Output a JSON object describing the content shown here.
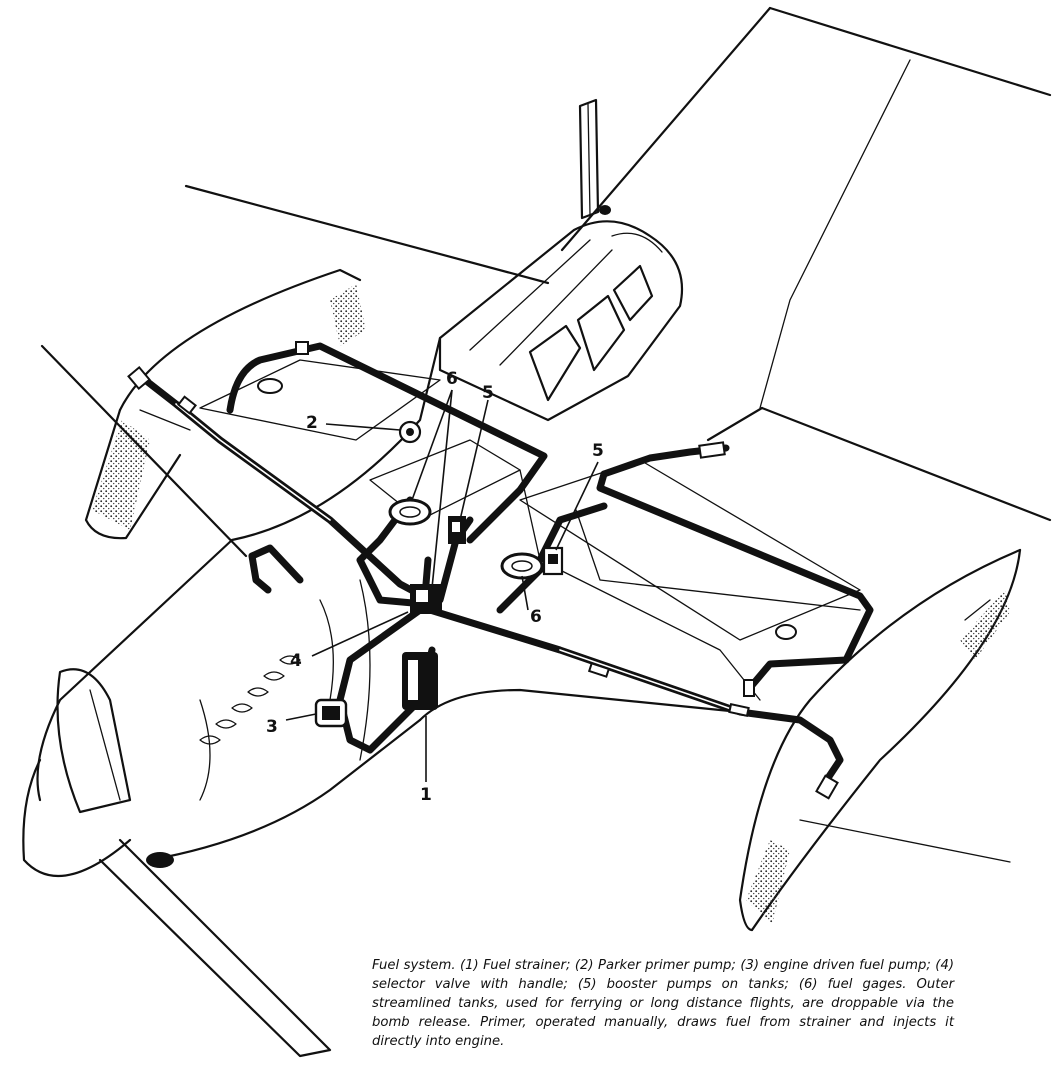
{
  "callouts": {
    "c1": "1",
    "c2": "2",
    "c3": "3",
    "c4": "4",
    "c5a": "5",
    "c5b": "5",
    "c6a": "6",
    "c6b": "6"
  },
  "caption": "Fuel system. (1) Fuel strainer; (2) Parker primer pump; (3) engine driven fuel pump; (4) selector valve with handle; (5) booster pumps on tanks; (6) fuel gages. Outer streamlined tanks, used for ferrying or long distance flights, are droppable via the bomb release. Primer, operated manually, draws fuel from strainer and injects it directly into engine."
}
